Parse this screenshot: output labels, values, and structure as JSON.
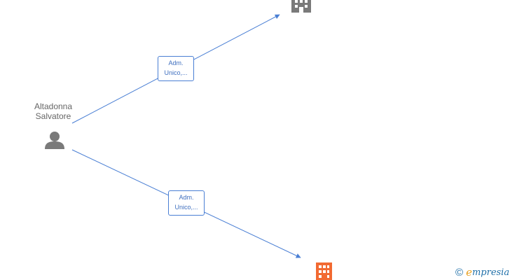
{
  "person": {
    "name_line1": "Altadonna",
    "name_line2": "Salvatore"
  },
  "edges": [
    {
      "label_line1": "Adm.",
      "label_line2": "Unico,..."
    },
    {
      "label_line1": "Adm.",
      "label_line2": "Unico,..."
    }
  ],
  "companies": [
    {
      "icon": "building-icon",
      "color": "#7a7a7a"
    },
    {
      "icon": "building-icon",
      "color": "#f26a32"
    }
  ],
  "watermark": {
    "copyright": "©",
    "brand_first": "e",
    "brand_rest": "mpresia"
  },
  "colors": {
    "edge": "#4a7fd4",
    "person": "#7a7a7a"
  }
}
